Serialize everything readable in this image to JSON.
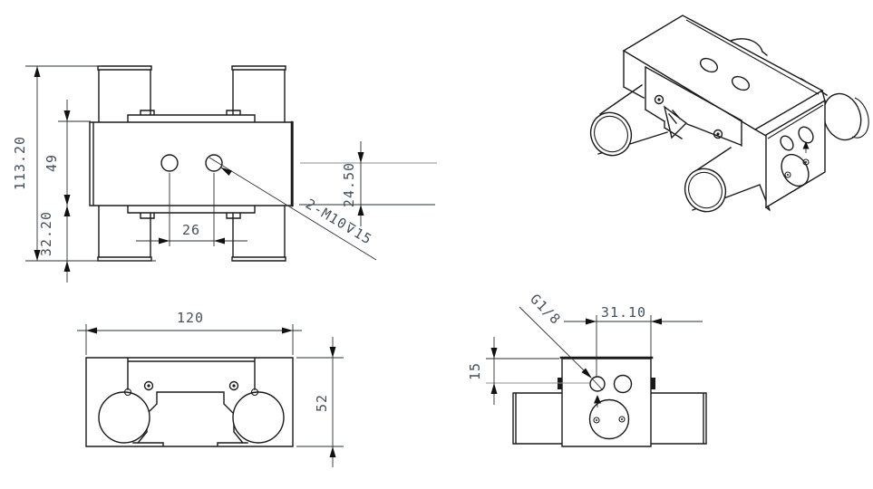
{
  "drawing": {
    "type": "engineering-cad-drawing",
    "views": {
      "front": {
        "dims": {
          "overall_height": "113.20",
          "body_height": "49",
          "lower_height": "32.20",
          "hole_spacing": "26",
          "hole_to_bottom": "24.50",
          "thread_callout": "2-M10⊽15"
        }
      },
      "bottom": {
        "dims": {
          "overall_width": "120",
          "overall_depth": "52"
        }
      },
      "side": {
        "dims": {
          "port_thread": "G1/8",
          "port_offset": "31.10",
          "port_depth": "15"
        }
      }
    },
    "colors": {
      "line": "#1a1a1a",
      "dimension_text": "#44505c",
      "centerline": "#8f8f8f",
      "background": "#ffffff"
    }
  }
}
